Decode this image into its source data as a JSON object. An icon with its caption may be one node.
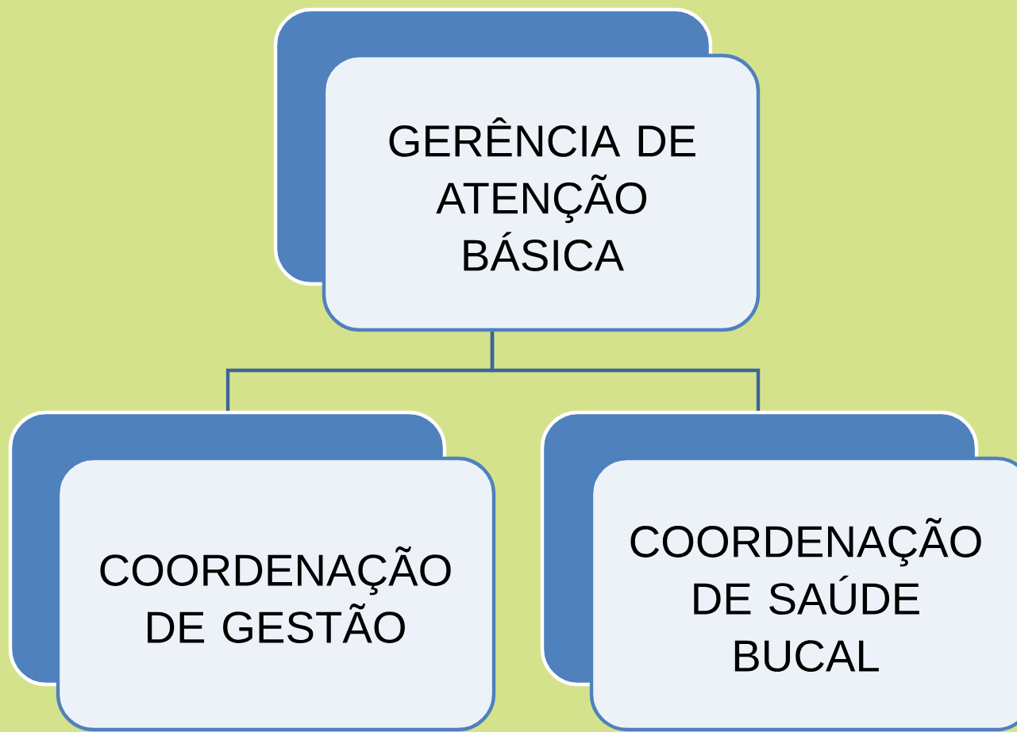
{
  "diagram": {
    "nodes": [
      {
        "text": [
          "GERÊNCIA DE ATENÇÃO BÁSICA"
        ]
      },
      {
        "text": [
          "COORDENAÇÃO DE GESTÃO"
        ]
      },
      {
        "text": [
          "COORDENAÇÃO DE SAÚDE BUCAL"
        ]
      }
    ],
    "edges": [
      {
        "from": 0,
        "to": 1,
        "arrow": "none"
      },
      {
        "from": 0,
        "to": 2,
        "arrow": "none"
      }
    ]
  }
}
